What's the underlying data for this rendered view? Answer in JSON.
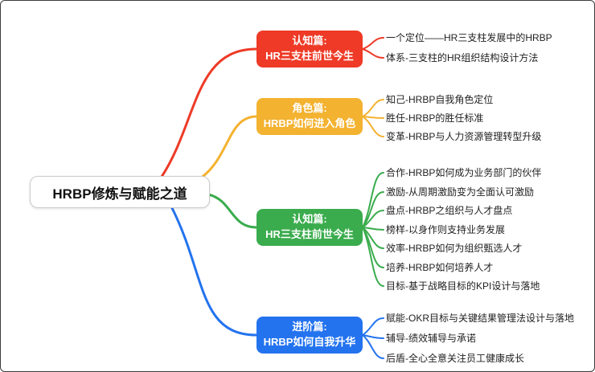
{
  "colors": {
    "red": "#ee3a26",
    "yellow": "#f3b230",
    "green": "#3aac4d",
    "blue": "#2373ef",
    "text": "#1f1f1f",
    "center_border": "#cccccc"
  },
  "center": {
    "title": "HRBP修炼与赋能之道"
  },
  "branches": [
    {
      "color": "red",
      "title_line1": "认知篇:",
      "title_line2": "HR三支柱前世今生",
      "leaves": [
        "一个定位——HR三支柱发展中的HRBP",
        "体系-三支柱的HR组织结构设计方法"
      ]
    },
    {
      "color": "yellow",
      "title_line1": "角色篇:",
      "title_line2": "HRBP如何进入角色",
      "leaves": [
        "知己-HRBP自我角色定位",
        "胜任-HRBP的胜任标准",
        "变革-HRBP与人力资源管理转型升级"
      ]
    },
    {
      "color": "green",
      "title_line1": "认知篇:",
      "title_line2": "HR三支柱前世今生",
      "leaves": [
        "合作-HRBP如何成为业务部门的伙伴",
        "激励-从周期激励变为全面认可激励",
        "盘点-HRBP之组织与人才盘点",
        "榜样-以身作则支持业务发展",
        "效率-HRBP如何为组织甄选人才",
        "培养-HRBP如何培养人才",
        "目标-基于战略目标的KPI设计与落地"
      ]
    },
    {
      "color": "blue",
      "title_line1": "进阶篇:",
      "title_line2": "HRBP如何自我升华",
      "leaves": [
        "赋能-OKR目标与关键结果管理法设计与落地",
        "辅导-绩效辅导与承诺",
        "后盾-全心全意关注员工健康成长"
      ]
    }
  ]
}
